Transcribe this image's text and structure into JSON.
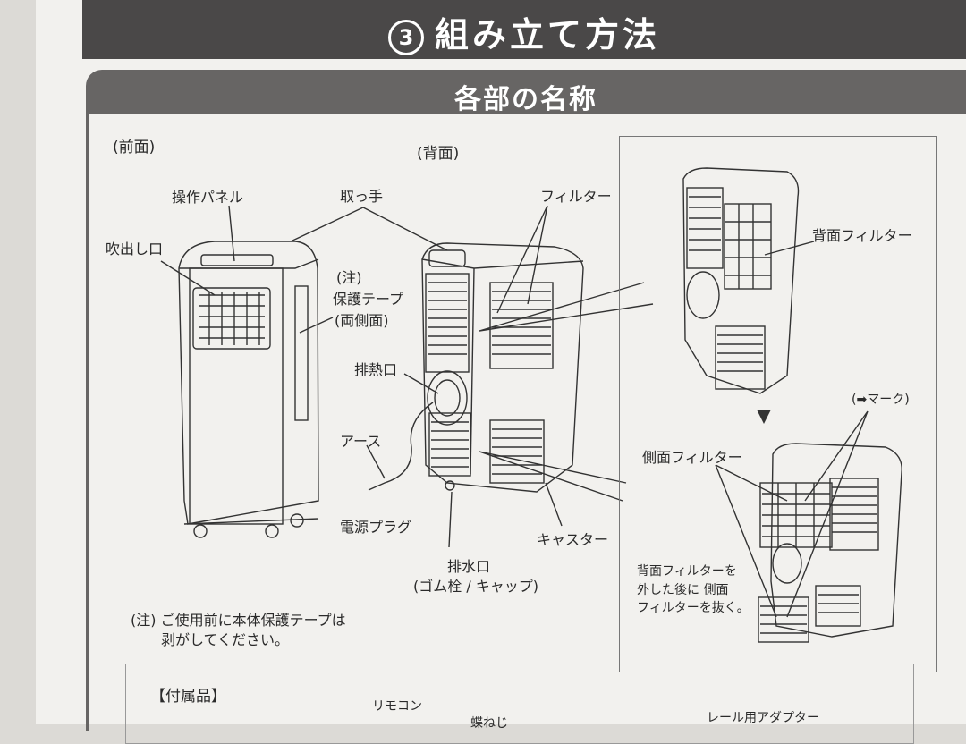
{
  "header": {
    "number": "3",
    "title": "組み立て方法"
  },
  "section": {
    "title": "各部の名称"
  },
  "front": {
    "view_label": "(前面)",
    "labels": {
      "control_panel": "操作パネル",
      "air_outlet": "吹出し口",
      "note_mark": "(注)",
      "protect_tape": "保護テープ",
      "both_sides": "(両側面)"
    }
  },
  "back": {
    "view_label": "(背面)",
    "labels": {
      "handle": "取っ手",
      "filter": "フィルター",
      "exhaust": "排熱口",
      "earth": "アース",
      "plug": "電源プラグ",
      "drain": "排水口",
      "drain_note": "(ゴム栓 / キャップ)",
      "caster": "キャスター"
    }
  },
  "panel": {
    "back_filter": "背面フィルター",
    "mark": "(➡マーク)",
    "side_filter": "側面フィルター",
    "instr_line1": "背面フィルターを",
    "instr_line2": "外した後に 側面",
    "instr_line3": "フィルターを抜く。"
  },
  "note": {
    "line1": "(注) ご使用前に本体保護テープは",
    "line2": "剥がしてください。"
  },
  "accessories": {
    "title": "【付属品】",
    "remote": "リモコン",
    "screw": "蝶ねじ",
    "rail": "レール用アダプター"
  }
}
